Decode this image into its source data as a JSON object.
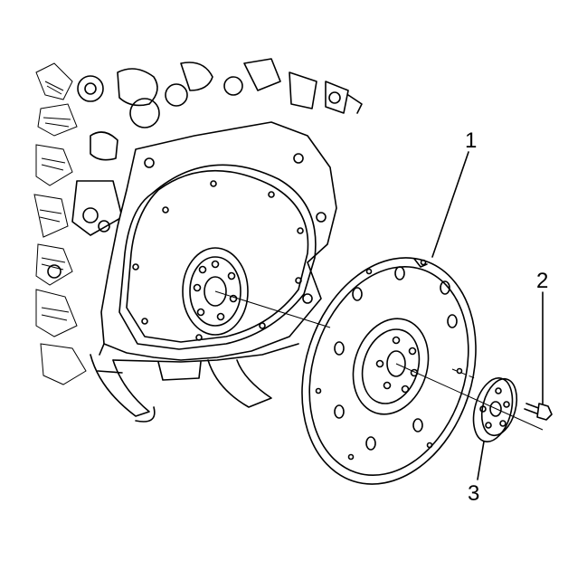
{
  "callouts": {
    "flexplate": "1",
    "bolt": "2",
    "spacer": "3"
  },
  "colors": {
    "line": "#000000",
    "background": "#ffffff"
  }
}
